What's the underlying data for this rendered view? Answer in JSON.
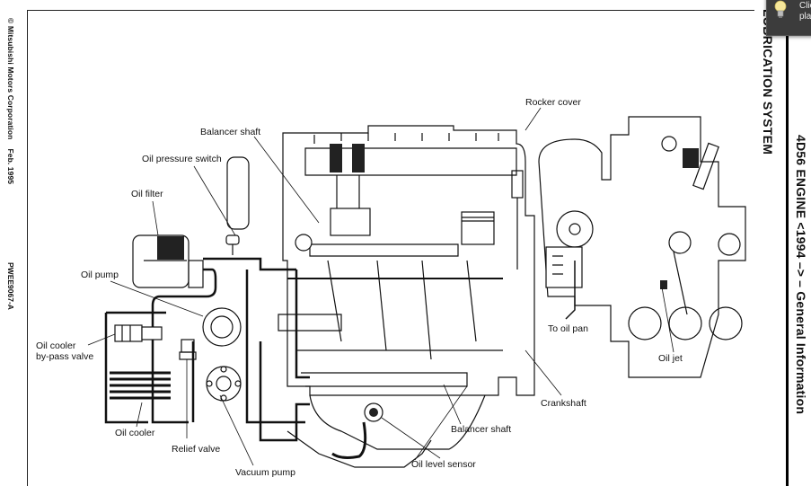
{
  "page": {
    "copyright": "© Mitsubishi Motors Corporation",
    "date": "Feb. 1995",
    "doc_code": "PWEE9067-A",
    "section_title": "LUBRICATION SYSTEM",
    "chapter_title": "4D56 ENGINE <1994 –> – General Information"
  },
  "labels": {
    "balancer_shaft_top": "Balancer shaft",
    "oil_pressure_switch": "Oil pressure switch",
    "oil_filter": "Oil filter",
    "oil_pump": "Oil pump",
    "oil_cooler_bypass_line1": "Oil cooler",
    "oil_cooler_bypass_line2": "by-pass valve",
    "oil_cooler": "Oil cooler",
    "relief_valve": "Relief valve",
    "vacuum_pump": "Vacuum pump",
    "oil_level_sensor": "Oil level sensor",
    "balancer_shaft_bottom": "Balancer shaft",
    "crankshaft": "Crankshaft",
    "rocker_cover": "Rocker cover",
    "to_oil_pan": "To oil pan",
    "oil_jet": "Oil jet"
  },
  "tooltip": {
    "text_line1": "Clic",
    "text_line2": "pla",
    "icon": "lightbulb-icon"
  }
}
